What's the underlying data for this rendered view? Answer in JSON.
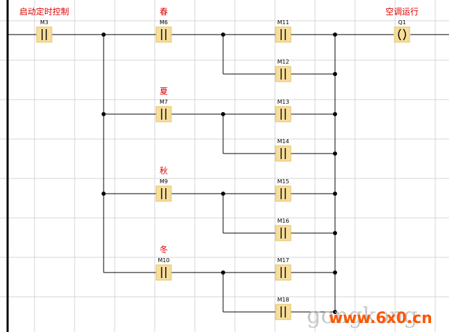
{
  "contacts": [
    {
      "id": "M3",
      "comment": "启动定时控制"
    },
    {
      "id": "M6",
      "comment": "春"
    },
    {
      "id": "M11",
      "comment": ""
    },
    {
      "id": "M12",
      "comment": ""
    },
    {
      "id": "M7",
      "comment": "夏"
    },
    {
      "id": "M13",
      "comment": ""
    },
    {
      "id": "M14",
      "comment": ""
    },
    {
      "id": "M9",
      "comment": "秋"
    },
    {
      "id": "M15",
      "comment": ""
    },
    {
      "id": "M16",
      "comment": ""
    },
    {
      "id": "M10",
      "comment": "冬"
    },
    {
      "id": "M17",
      "comment": ""
    },
    {
      "id": "M18",
      "comment": ""
    }
  ],
  "coil": {
    "id": "Q1",
    "comment": "空调运行",
    "symbol": "( )"
  },
  "watermark": {
    "gray": "gongkong",
    "red": "www.6x0.cn"
  }
}
